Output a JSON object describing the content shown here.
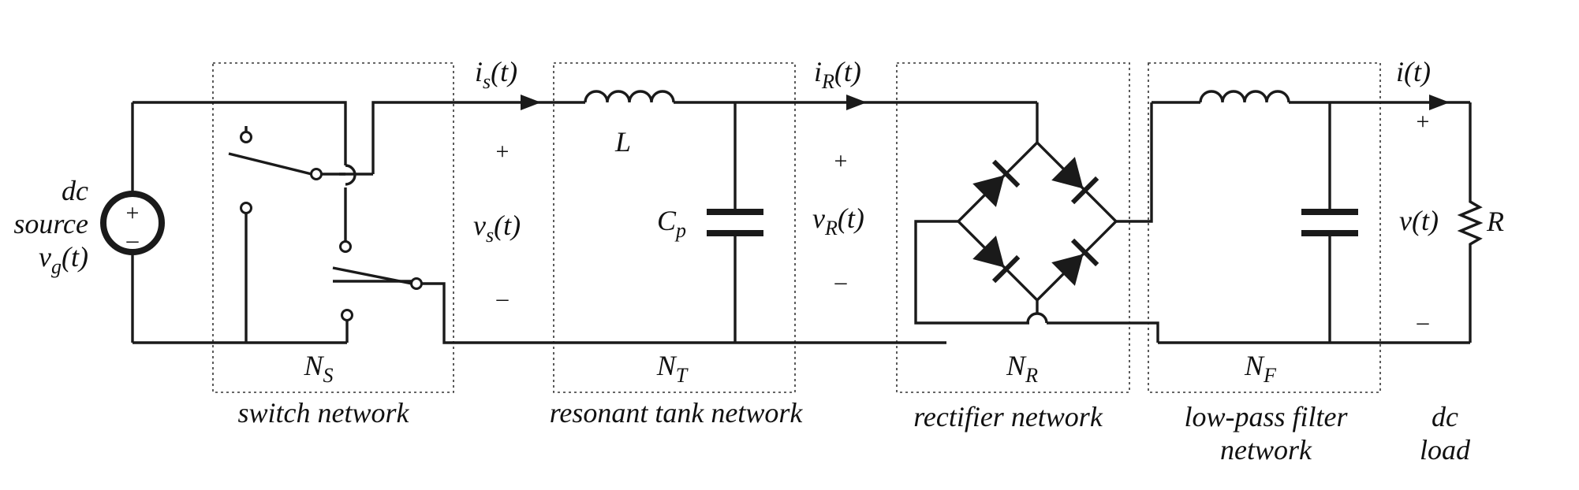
{
  "source": {
    "line1": "dc",
    "line2": "source",
    "label_main": "v",
    "label_sub": "g",
    "label_arg": "(t)"
  },
  "networks": {
    "switch": {
      "symbol": "N",
      "sub": "S",
      "caption": "switch network"
    },
    "tank": {
      "symbol": "N",
      "sub": "T",
      "caption": "resonant tank network"
    },
    "rectifier": {
      "symbol": "N",
      "sub": "R",
      "caption": "rectifier network"
    },
    "filter": {
      "symbol": "N",
      "sub": "F",
      "caption1": "low-pass filter",
      "caption2": "network"
    },
    "load": {
      "caption1": "dc",
      "caption2": "load"
    }
  },
  "signals": {
    "is": {
      "main": "i",
      "sub": "s",
      "arg": "(t)"
    },
    "vs": {
      "main": "v",
      "sub": "s",
      "arg": "(t)"
    },
    "iR": {
      "main": "i",
      "sub": "R",
      "arg": "(t)"
    },
    "vR": {
      "main": "v",
      "sub": "R",
      "arg": "(t)"
    },
    "i": {
      "text": "i(t)"
    },
    "v": {
      "text": "v(t)"
    }
  },
  "components": {
    "L": "L",
    "Cp_main": "C",
    "Cp_sub": "p",
    "R": "R"
  },
  "polarity": {
    "plus": "+",
    "minus": "–"
  }
}
